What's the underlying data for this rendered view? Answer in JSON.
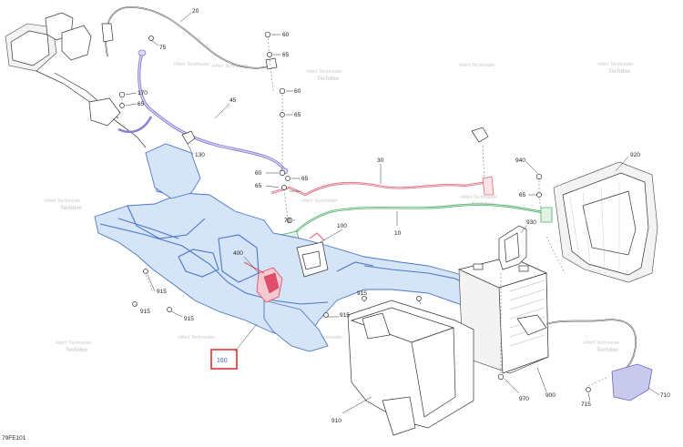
{
  "diagram": {
    "figure_code": "79FE101",
    "highlight_color": "#d62828",
    "colors": {
      "frame": "#4a78c8",
      "cable_45": "#8a7fd6",
      "cable_30": "#e06d7c",
      "cable_10": "#4fb069",
      "part_400": "#e0506a",
      "part_10_bracket": "#4fb069"
    },
    "watermark": {
      "line1": "+Wert Techmaster",
      "line2": "Techdoc"
    },
    "callouts": {
      "c20": "20",
      "c75": "75",
      "c60a": "60",
      "c65a": "65",
      "c45": "45",
      "c170": "170",
      "c65b": "65",
      "c130": "130",
      "c60b": "60",
      "c65c": "65",
      "c60c": "60",
      "c65d": "65",
      "c65e": "65",
      "c30": "30",
      "c70": "70",
      "c100": "100",
      "c10": "10",
      "c400": "400",
      "c940": "940",
      "c65f": "65",
      "c920": "920",
      "c930": "930",
      "c915a": "915",
      "c915b": "915",
      "c915c": "915",
      "c915d": "915",
      "c915e": "915",
      "c160": "160",
      "c910": "910",
      "c970": "970",
      "c900": "900",
      "c715": "715",
      "c710": "710"
    }
  }
}
